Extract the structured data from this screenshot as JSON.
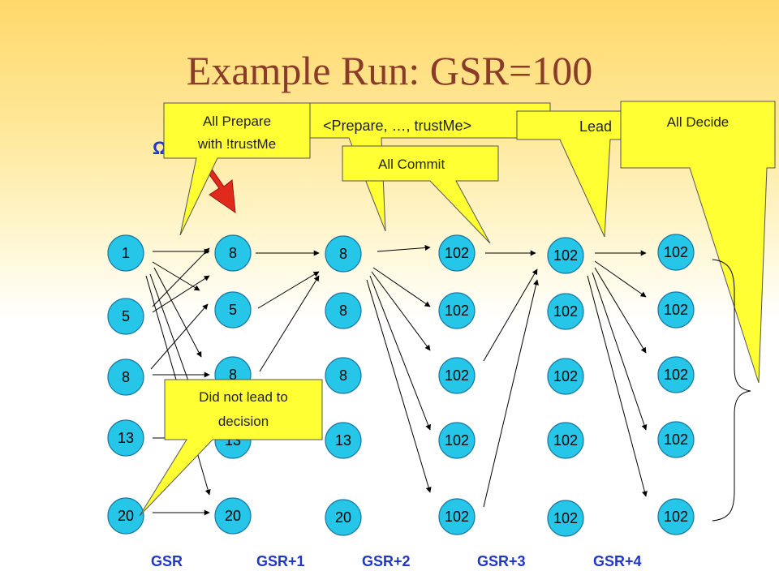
{
  "title": "Example Run: GSR=100",
  "omega": "Ω",
  "rounds": [
    "GSR",
    "GSR+1",
    "GSR+2",
    "GSR+3",
    "GSR+4"
  ],
  "columns": [
    [
      "1",
      "5",
      "8",
      "13",
      "20"
    ],
    [
      "8",
      "5",
      "8",
      "13",
      "20"
    ],
    [
      "8",
      "8",
      "8",
      "13",
      "20"
    ],
    [
      "102",
      "102",
      "102",
      "102",
      "102"
    ],
    [
      "102",
      "102",
      "102",
      "102",
      "102"
    ],
    [
      "102",
      "102",
      "102",
      "102",
      "102"
    ]
  ],
  "callouts": {
    "prepare_msg": "<Prepare, …, trustMe>",
    "all_prepare_line1": "All Prepare",
    "all_prepare_line2": "with !trustMe",
    "all_commit": "All Commit",
    "leader": "Lead",
    "all_decide": "All Decide",
    "did_not_lead_line1": "Did not lead to",
    "did_not_lead_line2": "decision"
  },
  "colors": {
    "node_fill": "#26c6e8",
    "callout_fill": "#ffff33",
    "round_label": "#1f37c8",
    "title": "#8b3b2a",
    "arrow_red": "#e02a1c"
  }
}
